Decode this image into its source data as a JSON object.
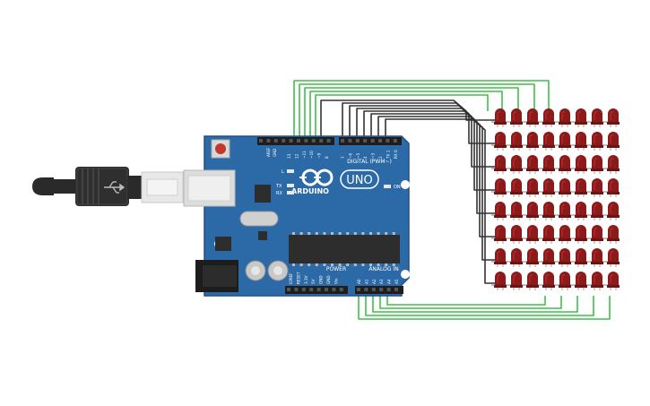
{
  "board": {
    "brand": "ARDUINO",
    "model": "UNO",
    "digital_label": "DIGITAL (PWM~)",
    "power_label": "POWER",
    "analog_label": "ANALOG IN",
    "on_label": "ON",
    "l_label": "L",
    "tx_label": "TX",
    "rx_label": "RX",
    "aref": "AREF",
    "gnd": "GND",
    "digital_pins": [
      "13",
      "12",
      "~11",
      "~10",
      "~9",
      "8",
      "7",
      "~6",
      "~5",
      "4",
      "~3",
      "2",
      "TX 1",
      "RX 0"
    ],
    "power_pins": [
      "IOREF",
      "RESET",
      "3.3V",
      "5V",
      "GND",
      "GND",
      "Vin"
    ],
    "analog_pins": [
      "A0",
      "A1",
      "A2",
      "A3",
      "A4",
      "A5"
    ]
  },
  "matrix": {
    "rows": 8,
    "cols": 8
  },
  "colors": {
    "board": "#2b6aa6",
    "board_edge": "#1f5087",
    "wire_green": "#3fbf4a",
    "wire_dark": "#333333",
    "led": "#8b1a1a",
    "led_highlight": "#b52a2a",
    "usb": "#2a2a2a",
    "chip": "#2d2d2d",
    "reset_button": "#c0392b"
  }
}
